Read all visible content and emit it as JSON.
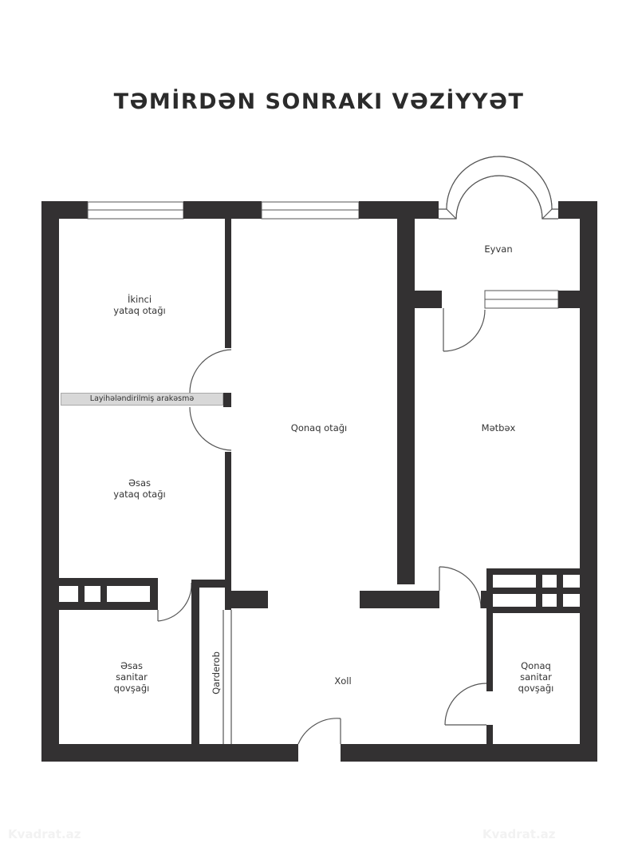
{
  "title": "TƏMİRDƏN SONRAKI VƏZİYYƏT",
  "rooms": {
    "second_bedroom": [
      "İkinci",
      "yataq otağı"
    ],
    "planned_partition": "Layihələndirilmiş arakəsmə",
    "living_room": "Qonaq otağı",
    "balcony": "Eyvan",
    "kitchen": "Mətbəx",
    "master_bedroom": [
      "Əsas",
      "yataq otağı"
    ],
    "master_bathroom": [
      "Əsas",
      "sanitar",
      "qovşağı"
    ],
    "wardrobe": "Qarderob",
    "hall": "Xoll",
    "guest_bathroom": [
      "Qonaq",
      "sanitar",
      "qovşağı"
    ]
  },
  "watermarks": [
    "Kvadrat.az",
    "Kvadrat.az"
  ],
  "colors": {
    "wall": "#333132",
    "partition": "#d8d8d8",
    "background": "#ffffff"
  }
}
